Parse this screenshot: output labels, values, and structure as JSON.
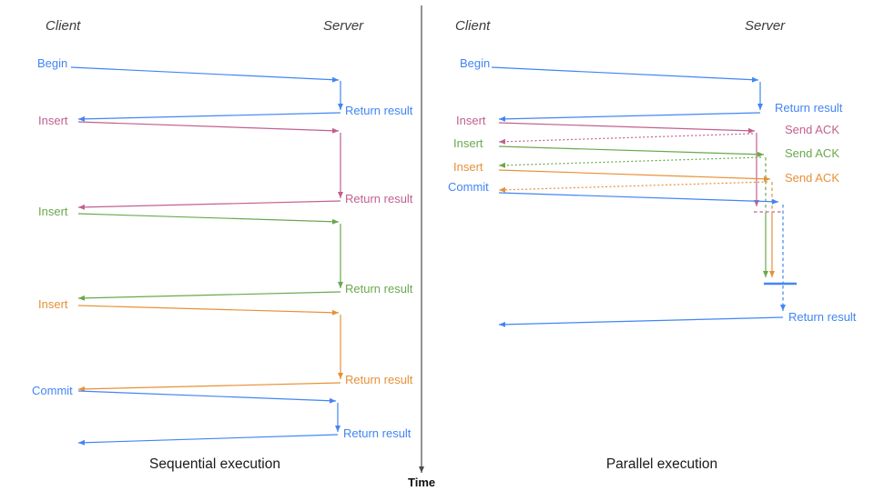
{
  "colors": {
    "blue": "#4285F4",
    "pink": "#C2608E",
    "green": "#6AA84F",
    "orange": "#E69138",
    "axis": "#4b4b4b"
  },
  "time_axis": {
    "label": "Time"
  },
  "left_panel": {
    "caption": "Sequential execution",
    "client_header": "Client",
    "server_header": "Server",
    "messages": [
      {
        "label": "Begin",
        "return_label": "Return result",
        "color": "blue"
      },
      {
        "label": "Insert",
        "return_label": "Return result",
        "color": "pink"
      },
      {
        "label": "Insert",
        "return_label": "Return result",
        "color": "green"
      },
      {
        "label": "Insert",
        "return_label": "Return result",
        "color": "orange"
      },
      {
        "label": "Commit",
        "return_label": "Return result",
        "color": "blue"
      }
    ]
  },
  "right_panel": {
    "caption": "Parallel execution",
    "client_header": "Client",
    "server_header": "Server",
    "messages": [
      {
        "label": "Begin",
        "response_label": "Return result",
        "color": "blue"
      },
      {
        "label": "Insert",
        "response_label": "Send ACK",
        "color": "pink"
      },
      {
        "label": "Insert",
        "response_label": "Send ACK",
        "color": "green"
      },
      {
        "label": "Insert",
        "response_label": "Send ACK",
        "color": "orange"
      },
      {
        "label": "Commit",
        "color": "blue"
      }
    ],
    "final_return_label": "Return result"
  }
}
